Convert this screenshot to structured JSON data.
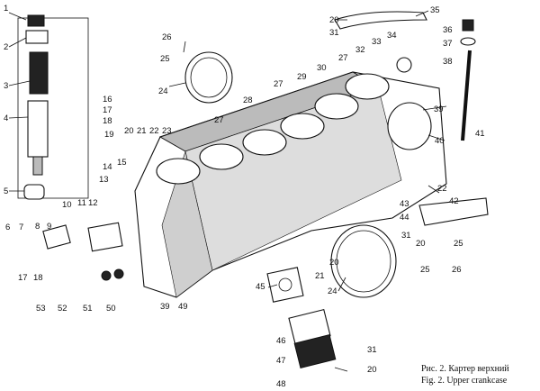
{
  "caption": {
    "ru": "Рис. 2. Картер верхний",
    "en": "Fig. 2. Upper crankcase"
  },
  "callouts": [
    {
      "id": "c1",
      "text": "1"
    },
    {
      "id": "c2",
      "text": "2"
    },
    {
      "id": "c3",
      "text": "3"
    },
    {
      "id": "c4",
      "text": "4"
    },
    {
      "id": "c5",
      "text": "5"
    },
    {
      "id": "c6",
      "text": "6"
    },
    {
      "id": "c7",
      "text": "7"
    },
    {
      "id": "c8",
      "text": "8"
    },
    {
      "id": "c9",
      "text": "9"
    },
    {
      "id": "c10",
      "text": "10"
    },
    {
      "id": "c11",
      "text": "11"
    },
    {
      "id": "c12",
      "text": "12"
    },
    {
      "id": "c13",
      "text": "13"
    },
    {
      "id": "c14",
      "text": "14"
    },
    {
      "id": "c15",
      "text": "15"
    },
    {
      "id": "c16",
      "text": "16"
    },
    {
      "id": "c17",
      "text": "17"
    },
    {
      "id": "c18",
      "text": "18"
    },
    {
      "id": "c19",
      "text": "19"
    },
    {
      "id": "c20a",
      "text": "20"
    },
    {
      "id": "c21a",
      "text": "21"
    },
    {
      "id": "c22a",
      "text": "22"
    },
    {
      "id": "c23",
      "text": "23"
    },
    {
      "id": "c24a",
      "text": "24"
    },
    {
      "id": "c25a",
      "text": "25"
    },
    {
      "id": "c26a",
      "text": "26"
    },
    {
      "id": "c27a",
      "text": "27"
    },
    {
      "id": "c27b",
      "text": "27"
    },
    {
      "id": "c27c",
      "text": "27"
    },
    {
      "id": "c28",
      "text": "28"
    },
    {
      "id": "c29",
      "text": "29"
    },
    {
      "id": "c30",
      "text": "30"
    },
    {
      "id": "c20b",
      "text": "20"
    },
    {
      "id": "c31a",
      "text": "31"
    },
    {
      "id": "c35",
      "text": "35"
    },
    {
      "id": "c32",
      "text": "32"
    },
    {
      "id": "c33",
      "text": "33"
    },
    {
      "id": "c34",
      "text": "34"
    },
    {
      "id": "c36",
      "text": "36"
    },
    {
      "id": "c37",
      "text": "37"
    },
    {
      "id": "c38",
      "text": "38"
    },
    {
      "id": "c39a",
      "text": "39"
    },
    {
      "id": "c40",
      "text": "40"
    },
    {
      "id": "c41",
      "text": "41"
    },
    {
      "id": "c22b",
      "text": "22"
    },
    {
      "id": "c42",
      "text": "42"
    },
    {
      "id": "c43",
      "text": "43"
    },
    {
      "id": "c44",
      "text": "44"
    },
    {
      "id": "c31b",
      "text": "31"
    },
    {
      "id": "c20c",
      "text": "20"
    },
    {
      "id": "c25b",
      "text": "25"
    },
    {
      "id": "c25c",
      "text": "25"
    },
    {
      "id": "c26b",
      "text": "26"
    },
    {
      "id": "c20d",
      "text": "20"
    },
    {
      "id": "c21b",
      "text": "21"
    },
    {
      "id": "c24b",
      "text": "24"
    },
    {
      "id": "c45",
      "text": "45"
    },
    {
      "id": "c39b",
      "text": "39"
    },
    {
      "id": "c49",
      "text": "49"
    },
    {
      "id": "c46",
      "text": "46"
    },
    {
      "id": "c47",
      "text": "47"
    },
    {
      "id": "c48",
      "text": "48"
    },
    {
      "id": "c31c",
      "text": "31"
    },
    {
      "id": "c20e",
      "text": "20"
    },
    {
      "id": "c17b",
      "text": "17"
    },
    {
      "id": "c18b",
      "text": "18"
    },
    {
      "id": "c53",
      "text": "53"
    },
    {
      "id": "c52",
      "text": "52"
    },
    {
      "id": "c51",
      "text": "51"
    },
    {
      "id": "c50",
      "text": "50"
    }
  ]
}
